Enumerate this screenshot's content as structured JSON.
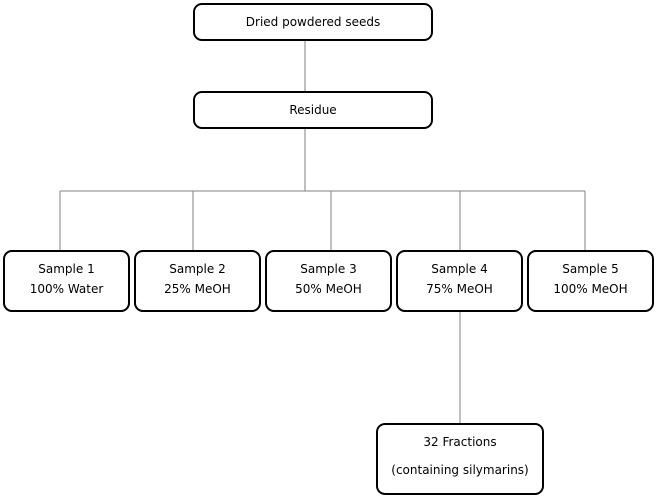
{
  "nodes": {
    "dried_seeds": "Dried powdered seeds",
    "residue": "Residue",
    "samples": [
      {
        "title": "Sample 1",
        "solvent": "100% Water"
      },
      {
        "title": "Sample 2",
        "solvent": "25% MeOH"
      },
      {
        "title": "Sample 3",
        "solvent": "50% MeOH"
      },
      {
        "title": "Sample 4",
        "solvent": "75% MeOH"
      },
      {
        "title": "Sample 5",
        "solvent": "100% MeOH"
      }
    ],
    "fractions": {
      "title": "32 Fractions",
      "note": "(containing silymarins)"
    }
  },
  "colors": {
    "stroke": "#000000",
    "connector": "#808080",
    "background": "#ffffff"
  }
}
